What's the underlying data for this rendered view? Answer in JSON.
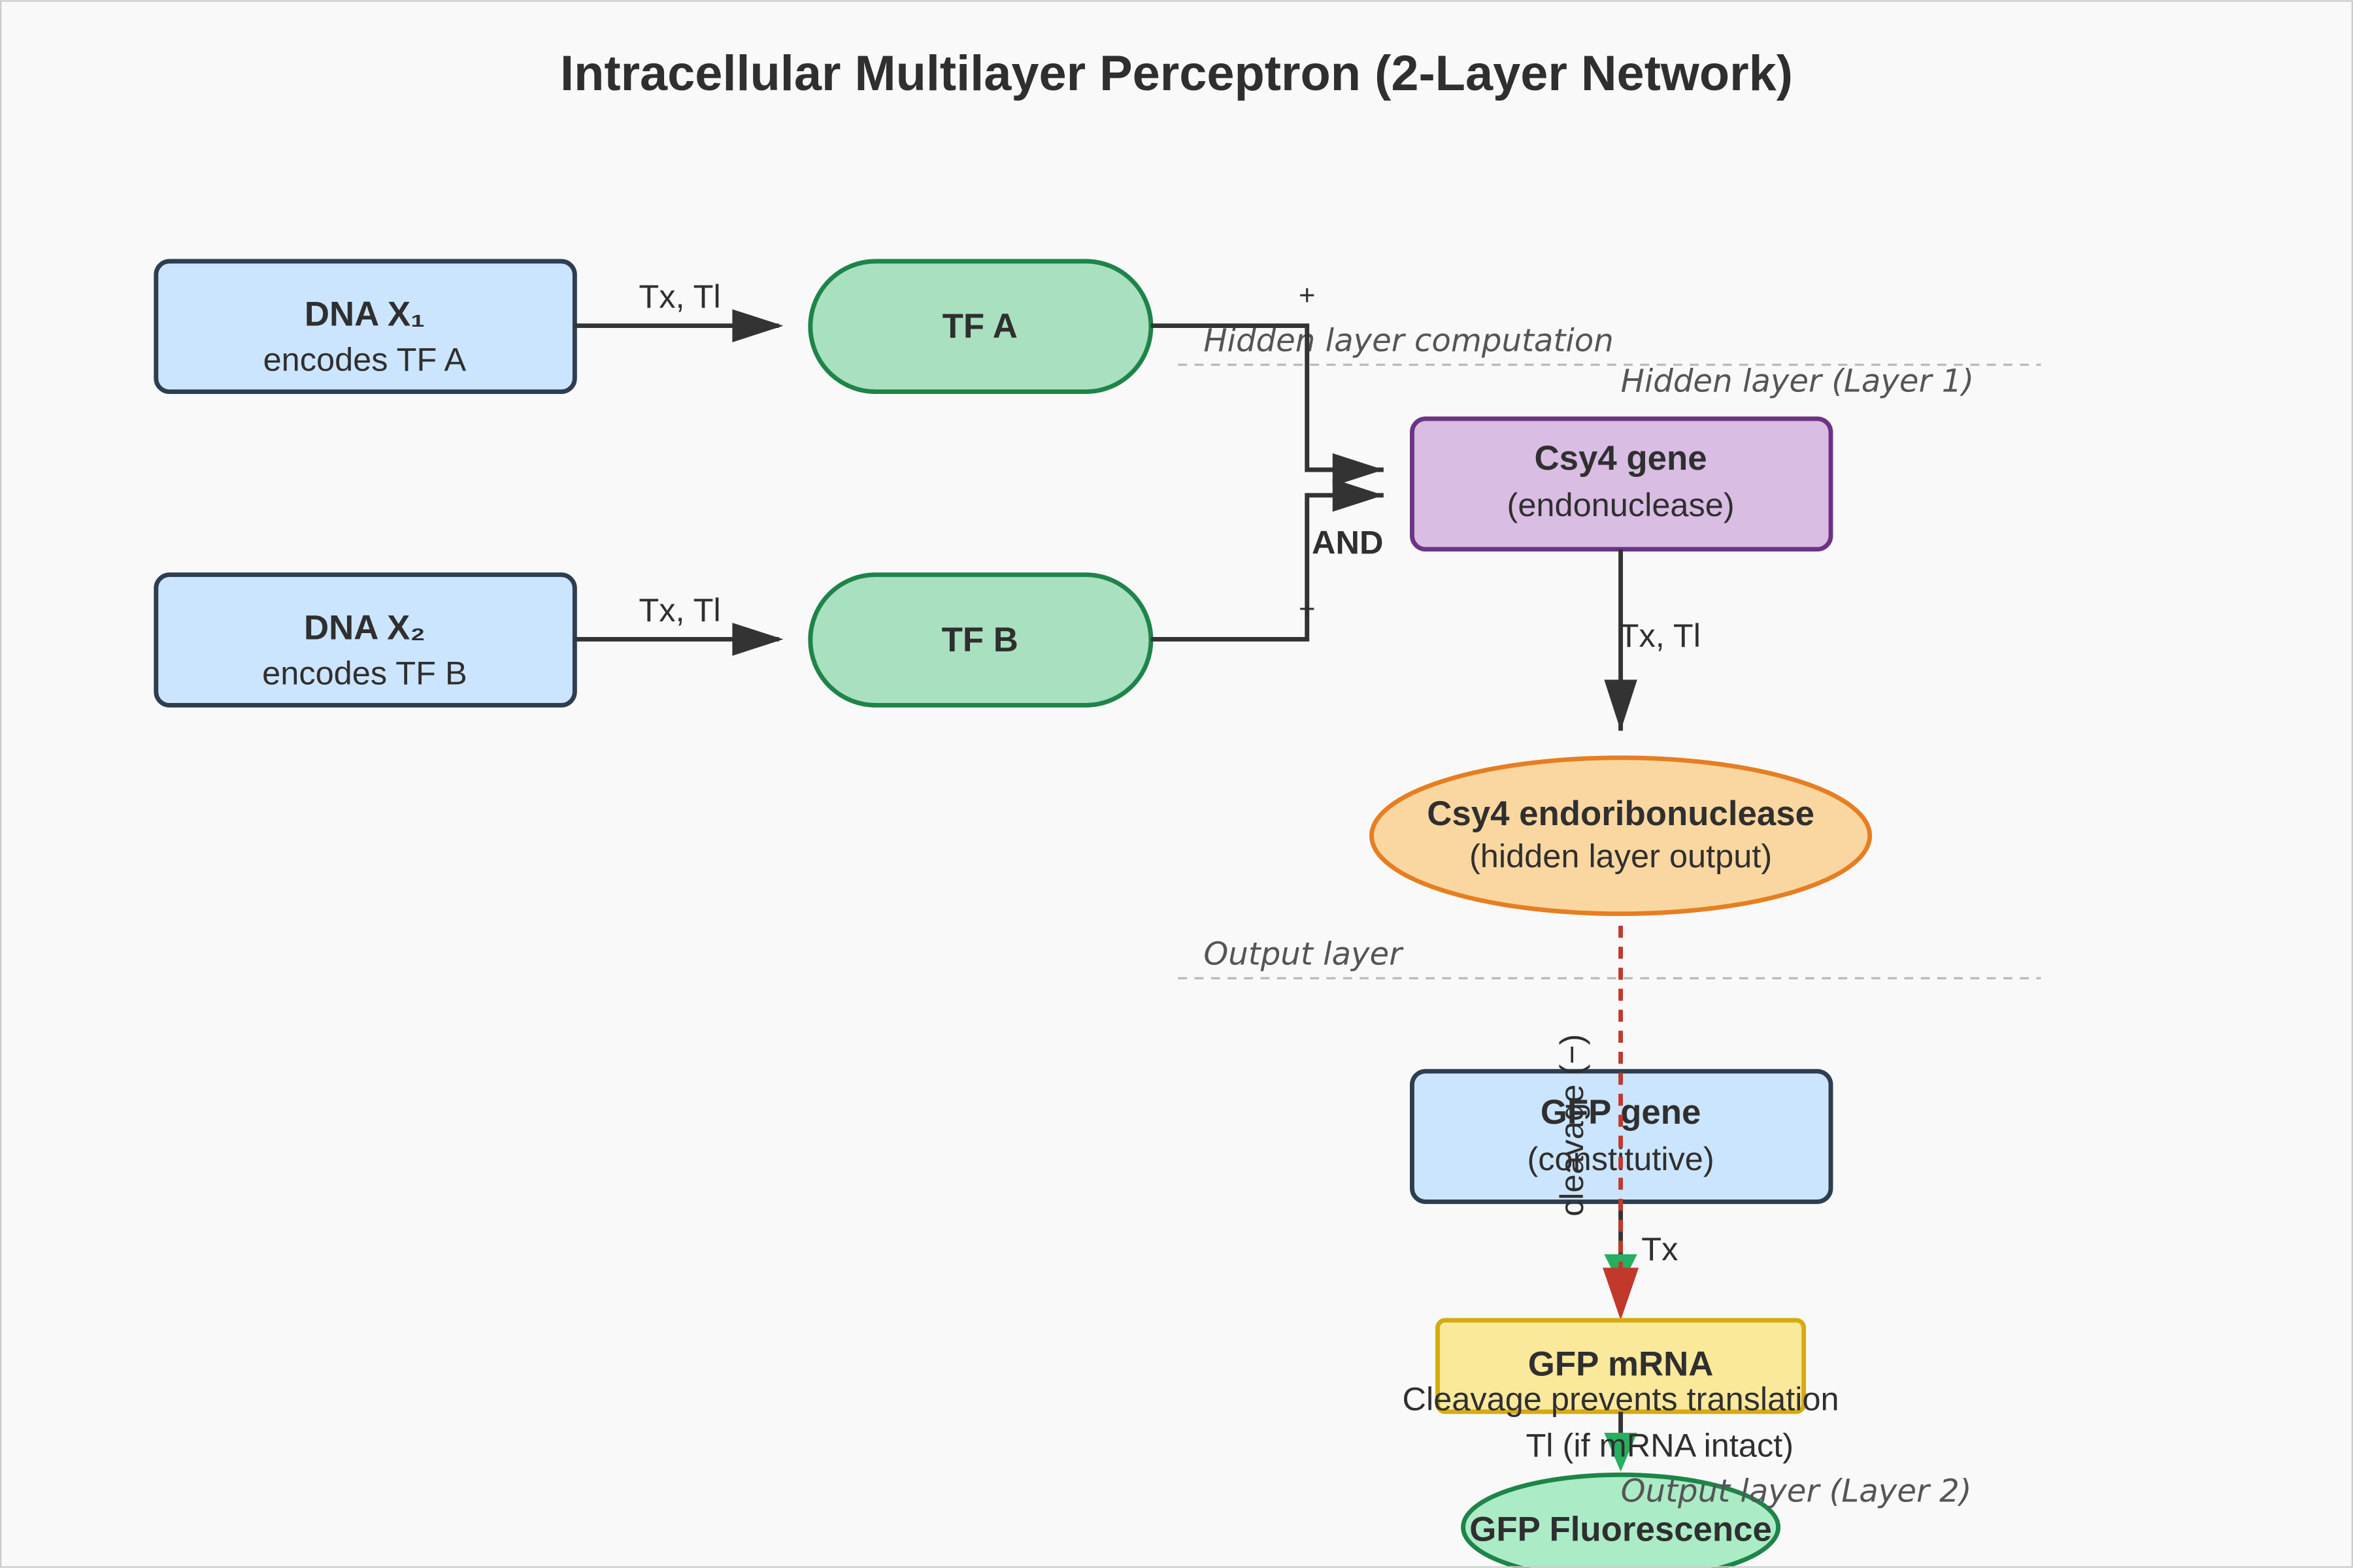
{
  "title": "Intracellular Multilayer Perceptron (2-Layer Network)",
  "colors": {
    "dna_fill": "#cce5ff",
    "dna_stroke": "#2c3e50",
    "tf_fill": "#a8e0c0",
    "tf_stroke": "#1e8449",
    "csy4gene_fill": "#d9bde3",
    "csy4gene_stroke": "#6c3483",
    "enzyme_fill": "#fad7a0",
    "enzyme_stroke": "#e67e22",
    "mrna_fill": "#fae89b",
    "mrna_stroke": "#d4ac0d",
    "gfp_fill": "#abebc6",
    "gfp_stroke": "#1e8449",
    "cleavage": "#c0392b",
    "edge": "#333333"
  },
  "nodes": {
    "dna_x1": {
      "name": "DNA X₁",
      "desc": "encodes TF A"
    },
    "dna_x2": {
      "name": "DNA X₂",
      "desc": "encodes TF B"
    },
    "tf_a": {
      "name": "TF A"
    },
    "tf_b": {
      "name": "TF B"
    },
    "csy4_gene": {
      "name": "Csy4 gene",
      "desc": "(endonuclease)"
    },
    "csy4_protein": {
      "name": "Csy4 endoribonuclease",
      "desc": "(hidden layer output)"
    },
    "gfp_gene": {
      "name": "GFP gene",
      "desc": "(constitutive)"
    },
    "gfp_mrna": {
      "name": "GFP mRNA"
    },
    "gfp_fluor": {
      "name": "GFP Fluorescence"
    }
  },
  "edges": {
    "x1_to_tfa": "Tx, Tl",
    "x2_to_tfb": "Tx, Tl",
    "tfa_sign": "+",
    "tfb_sign": "+",
    "gate": "AND",
    "csy4_tx_tl": "Tx, Tl",
    "cleavage": "cleavage (−)",
    "gfp_tx": "Tx",
    "cleavage_note": "Cleavage prevents translation",
    "gfp_tl": "Tl (if mRNA intact)"
  },
  "layers": {
    "hidden_computation": "Hidden layer computation",
    "hidden_layer": "Hidden layer (Layer 1)",
    "output_layer": "Output layer",
    "output_layer_2": "Output layer (Layer 2)"
  }
}
